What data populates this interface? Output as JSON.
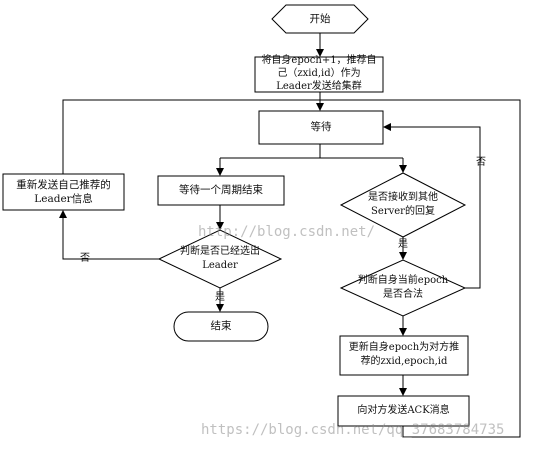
{
  "nodes": {
    "start": "开始",
    "init": "将自身epoch+1，推荐自\n己（zxid,id）作为\nLeader发送给集群",
    "wait": "等待",
    "resend": "重新发送自己推荐的\nLeader信息",
    "wait_period": "等待一个周期结束",
    "received": "是否接收到其他\nServer的回复",
    "elected": "判断是否已经选出\nLeader",
    "compare_epoch": "判断自身当前epoch\n是否合法",
    "end": "结束",
    "update": "更新自身epoch为对方推\n荐的zxid,epoch,id",
    "send_ack": "向对方发送ACK消息"
  },
  "edge_labels": {
    "no_right": "否",
    "no_left": "否",
    "yes_received": "是",
    "yes_elected": "是"
  },
  "watermarks": {
    "center": "http://blog.csdn.net/",
    "bottom": "https://blog.csdn.net/qq_37683784735"
  }
}
